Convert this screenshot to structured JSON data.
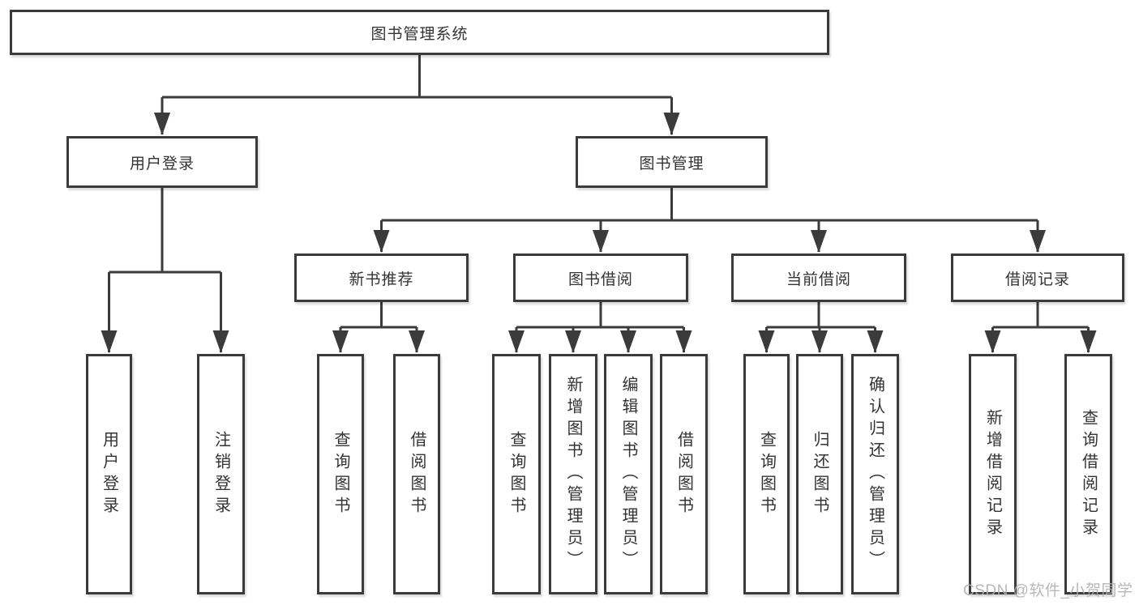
{
  "diagram": {
    "root": {
      "label": "图书管理系统"
    },
    "branches": [
      {
        "label": "用户登录",
        "children": [
          {
            "label": "用户登录"
          },
          {
            "label": "注销登录"
          }
        ]
      },
      {
        "label": "图书管理",
        "children": [
          {
            "label": "新书推荐",
            "children": [
              {
                "label": "查询图书"
              },
              {
                "label": "借阅图书"
              }
            ]
          },
          {
            "label": "图书借阅",
            "children": [
              {
                "label": "查询图书"
              },
              {
                "label": "新增图书（管理员）"
              },
              {
                "label": "编辑图书（管理员）"
              },
              {
                "label": "借阅图书"
              }
            ]
          },
          {
            "label": "当前借阅",
            "children": [
              {
                "label": "查询图书"
              },
              {
                "label": "归还图书"
              },
              {
                "label": "确认归还（管理员）"
              }
            ]
          },
          {
            "label": "借阅记录",
            "children": [
              {
                "label": "新增借阅记录"
              },
              {
                "label": "查询借阅记录"
              }
            ]
          }
        ]
      }
    ]
  },
  "watermark": {
    "text": "CSDN @软件_小贺同学"
  },
  "colors": {
    "border": "#3b3b3b",
    "text": "#333333",
    "background": "#ffffff",
    "watermark": "#b1b1b1"
  }
}
